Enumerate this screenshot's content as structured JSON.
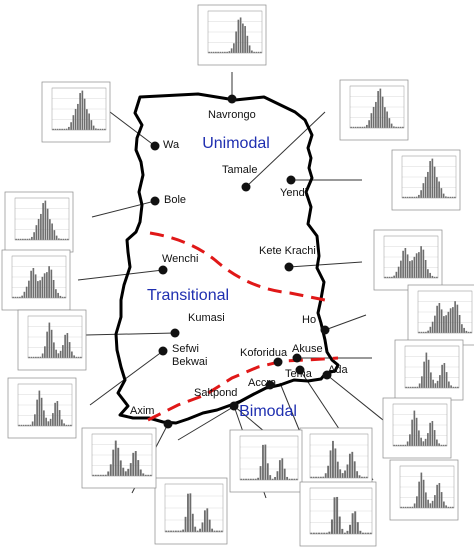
{
  "regions": {
    "unimodal": "Unimodal",
    "transitional": "Transitional",
    "bimodal": "Bimodal"
  },
  "colors": {
    "outline": "#000000",
    "boundary": "#e01818",
    "region_label": "#1f2fb0",
    "histogram_bar": "#6d6d6d"
  },
  "stations": [
    {
      "key": "navrongo",
      "name": "Navrongo"
    },
    {
      "key": "wa",
      "name": "Wa"
    },
    {
      "key": "tamale",
      "name": "Tamale"
    },
    {
      "key": "yendi",
      "name": "Yendi"
    },
    {
      "key": "bole",
      "name": "Bole"
    },
    {
      "key": "kete-krachi",
      "name": "Kete Krachi"
    },
    {
      "key": "wenchi",
      "name": "Wenchi"
    },
    {
      "key": "kumasi",
      "name": "Kumasi"
    },
    {
      "key": "ho",
      "name": "Ho"
    },
    {
      "key": "sefwi-bekwai",
      "name": "Sefwi Bekwai"
    },
    {
      "key": "akuse",
      "name": "Akuse"
    },
    {
      "key": "koforidua",
      "name": "Koforidua"
    },
    {
      "key": "tema",
      "name": "Tema"
    },
    {
      "key": "ada",
      "name": "Ada"
    },
    {
      "key": "accra",
      "name": "Accra"
    },
    {
      "key": "saltpond",
      "name": "Saltpond"
    },
    {
      "key": "axim",
      "name": "Axim"
    }
  ],
  "histograms": [
    {
      "station": "navrongo",
      "pattern": "unimodal-late"
    },
    {
      "station": "tamale",
      "pattern": "unimodal"
    },
    {
      "station": "wa",
      "pattern": "unimodal"
    },
    {
      "station": "yendi",
      "pattern": "unimodal"
    },
    {
      "station": "bole",
      "pattern": "unimodal"
    },
    {
      "station": "kete-krachi",
      "pattern": "transitional"
    },
    {
      "station": "wenchi",
      "pattern": "transitional"
    },
    {
      "station": "ho",
      "pattern": "transitional"
    },
    {
      "station": "kumasi",
      "pattern": "bimodal"
    },
    {
      "station": "akuse",
      "pattern": "bimodal"
    },
    {
      "station": "sefwi-bekwai",
      "pattern": "bimodal"
    },
    {
      "station": "ada",
      "pattern": "bimodal"
    },
    {
      "station": "tema",
      "pattern": "bimodal"
    },
    {
      "station": "koforidua",
      "pattern": "bimodal"
    },
    {
      "station": "accra",
      "pattern": "bimodal-sharp"
    },
    {
      "station": "saltpond",
      "pattern": "bimodal-sharp"
    },
    {
      "station": "axim",
      "pattern": "bimodal-sharp"
    }
  ]
}
